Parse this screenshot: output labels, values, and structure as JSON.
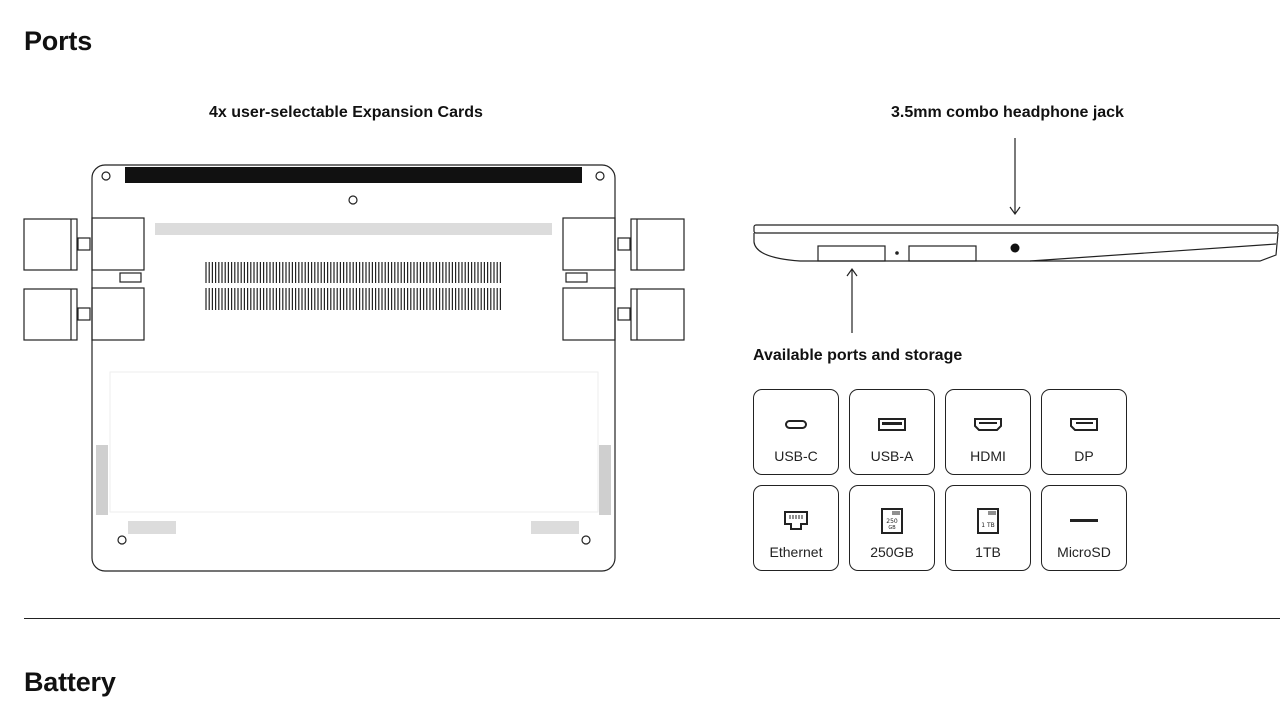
{
  "sections": {
    "ports_title": "Ports",
    "battery_title": "Battery"
  },
  "captions": {
    "expansion_cards": "4x user-selectable Expansion Cards",
    "headphone_jack": "3.5mm combo headphone jack",
    "available_ports": "Available ports and storage"
  },
  "ports": [
    {
      "label": "USB-C",
      "icon": "usb-c-icon"
    },
    {
      "label": "USB-A",
      "icon": "usb-a-icon"
    },
    {
      "label": "HDMI",
      "icon": "hdmi-icon"
    },
    {
      "label": "DP",
      "icon": "displayport-icon"
    },
    {
      "label": "Ethernet",
      "icon": "ethernet-icon"
    },
    {
      "label": "250GB",
      "icon": "storage-card-250gb-icon",
      "icon_text": "250 GB"
    },
    {
      "label": "1TB",
      "icon": "storage-card-1tb-icon",
      "icon_text": "1 TB"
    },
    {
      "label": "MicroSD",
      "icon": "microsd-icon"
    }
  ],
  "colors": {
    "stroke": "#222222",
    "vent_fill": "#dcdcdc",
    "accent_bar": "#111111"
  }
}
